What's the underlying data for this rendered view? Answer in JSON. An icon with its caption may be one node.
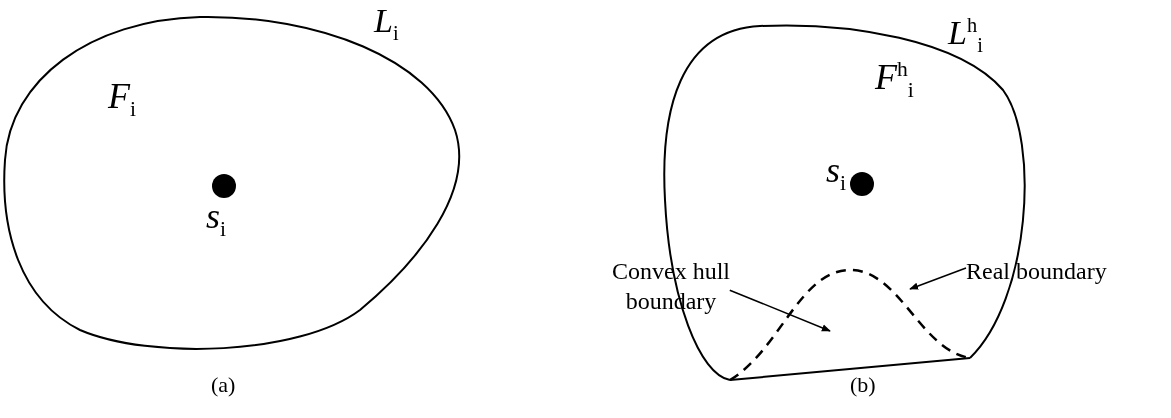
{
  "diagram": {
    "nodes": [
      {
        "text": [
          "*L*$_{i}$",
          "*F*$_{i}$"
        ]
      },
      {
        "text": [
          "*L*$^{h}$$_{i}$",
          "*F*$^{h}$$_{i}$"
        ]
      },
      {
        "text": [
          "Convex hull boundary"
        ]
      },
      {
        "text": [
          "Real boundary"
        ]
      }
    ],
    "edges": [
      {
        "from": 2,
        "to": 1,
        "arrow": "to"
      },
      {
        "from": 3,
        "to": 1,
        "arrow": "to"
      }
    ],
    "labels": [
      "*s*$_{i}$",
      "*s*$_{i}$",
      "(a)",
      "(b)"
    ]
  }
}
